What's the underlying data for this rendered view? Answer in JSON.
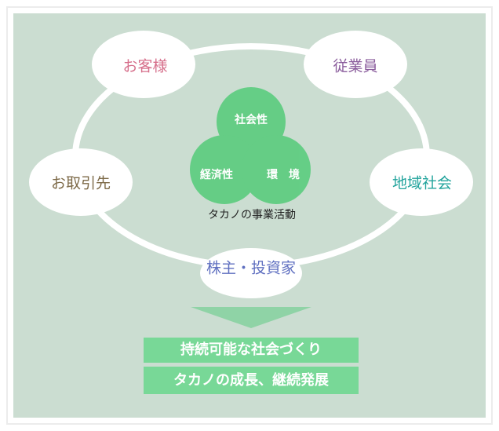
{
  "stakeholders": {
    "customers": {
      "label": "お客様",
      "color": "#d66f8b"
    },
    "employees": {
      "label": "従業員",
      "color": "#8a5c9c"
    },
    "partners": {
      "label": "お取引先",
      "color": "#7d6a48"
    },
    "community": {
      "label": "地域社会",
      "color": "#21a39c"
    },
    "shareholders": {
      "label": "株主・投資家",
      "color": "#5f6fc0"
    }
  },
  "venn": {
    "social": "社会性",
    "economic": "経済性",
    "environment": "環　境",
    "caption": "タカノの事業活動"
  },
  "outcomes": {
    "line1": "持続可能な社会づくり",
    "line2": "タカノの成長、継続発展"
  }
}
